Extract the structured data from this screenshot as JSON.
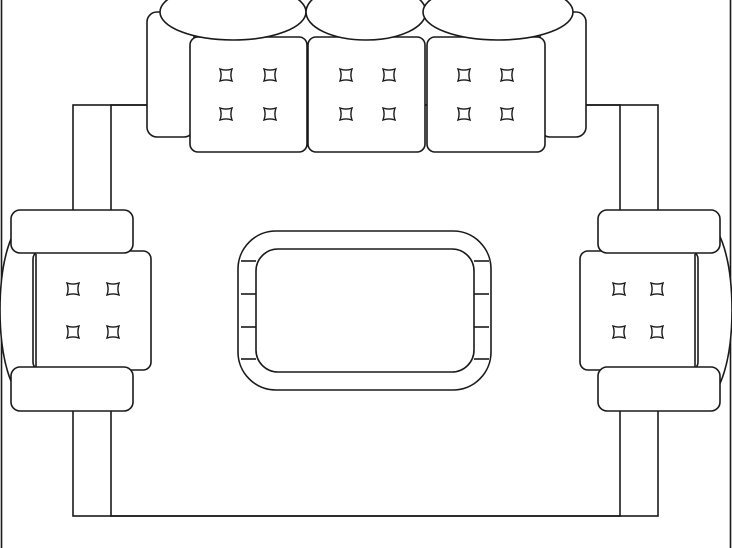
{
  "diagram": {
    "kind": "living-room-floor-plan",
    "colors": {
      "line": "#1a1a1a",
      "background": "#ffffff"
    },
    "items": [
      "frame-border",
      "area-rug",
      "three-seat-sofa",
      "left-armchair",
      "right-armchair",
      "coffee-table"
    ],
    "sofa_cushions": 3,
    "tufts_per_cushion": 4
  }
}
